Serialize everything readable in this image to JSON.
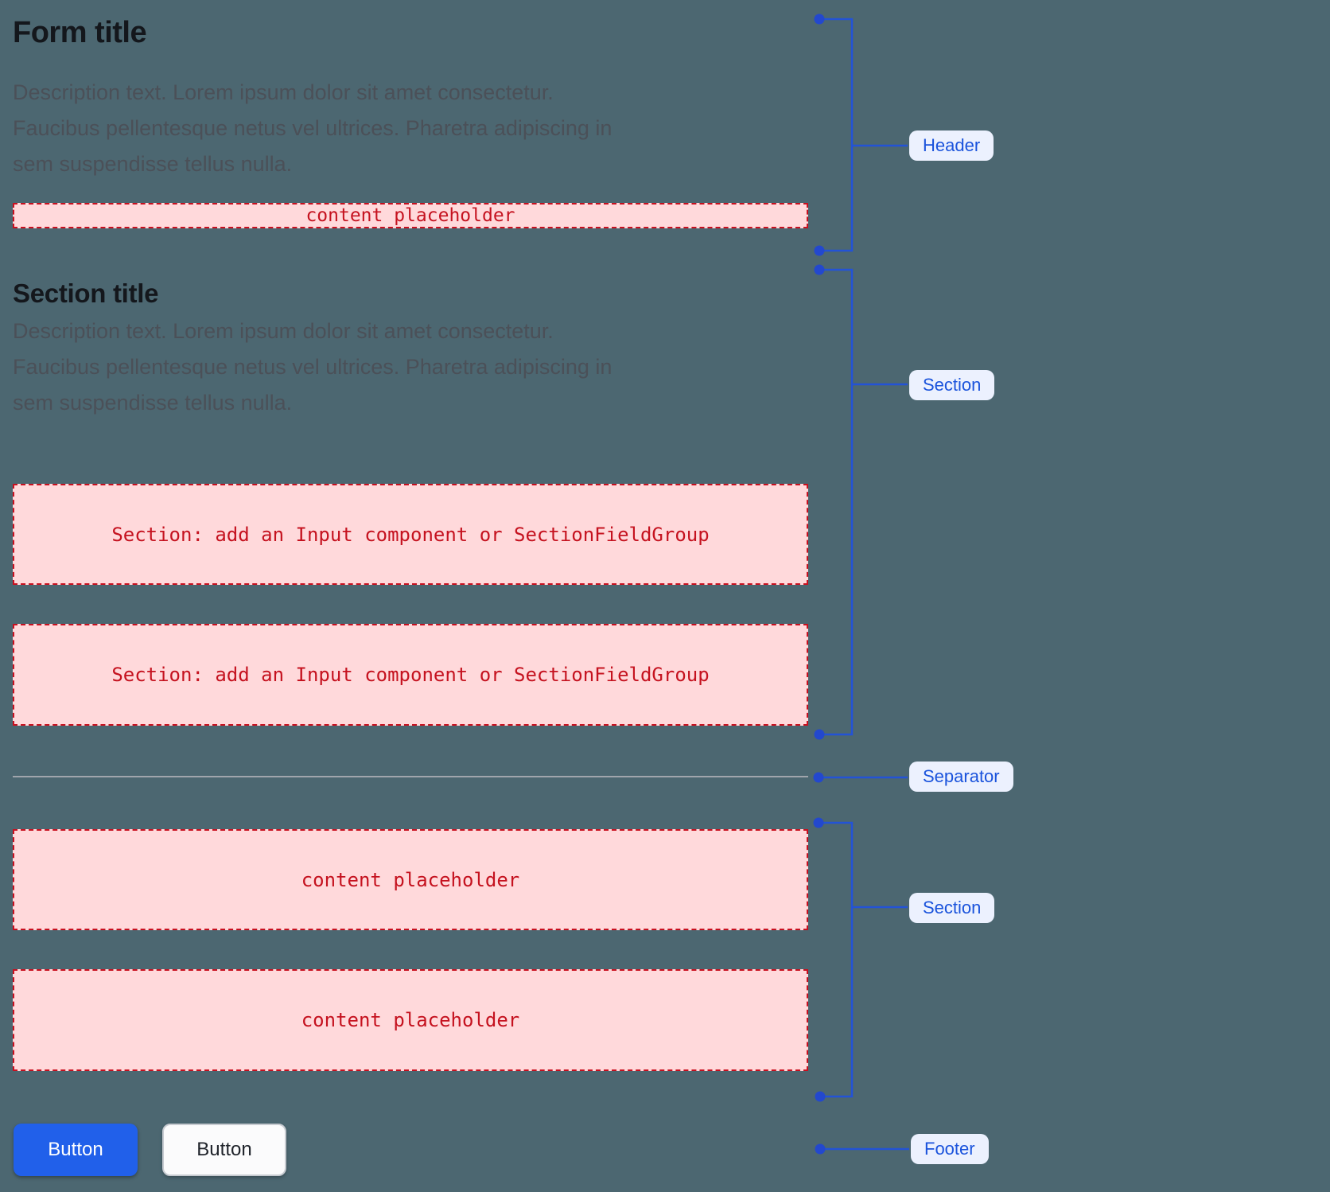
{
  "form": {
    "header": {
      "title": "Form title",
      "description_lines": [
        "Description text. Lorem ipsum dolor sit amet consectetur.",
        "Faucibus pellentesque netus vel ultrices. Pharetra adipiscing in",
        "sem suspendisse tellus nulla."
      ],
      "placeholder": "content placeholder"
    },
    "section": {
      "title": "Section title",
      "description_lines": [
        "Description text. Lorem ipsum dolor sit amet consectetur.",
        "Faucibus pellentesque netus vel ultrices. Pharetra adipiscing in",
        "sem suspendisse tellus nulla."
      ],
      "slot1": "Section: add an Input component or SectionFieldGroup",
      "slot2": "Section: add an Input component or SectionFieldGroup"
    },
    "content_section": {
      "slot1": "content placeholder",
      "slot2": "content placeholder"
    },
    "footer": {
      "primary_button_label": "Button",
      "secondary_button_label": "Button"
    }
  },
  "annotations": {
    "header_label": "Header",
    "section1_label": "Section",
    "separator_label": "Separator",
    "section2_label": "Section",
    "footer_label": "Footer"
  },
  "colors": {
    "canvas_bg": "#4C6771",
    "annotation_blue": "#2353D6",
    "annotation_pill_bg": "#ECF1FE",
    "annotation_text_blue": "#1A53DC",
    "placeholder_bg": "#FFD9DB",
    "placeholder_red": "#C8101F",
    "primary_button_bg": "#2160EA",
    "separator_gray": "#A0A5AC"
  }
}
